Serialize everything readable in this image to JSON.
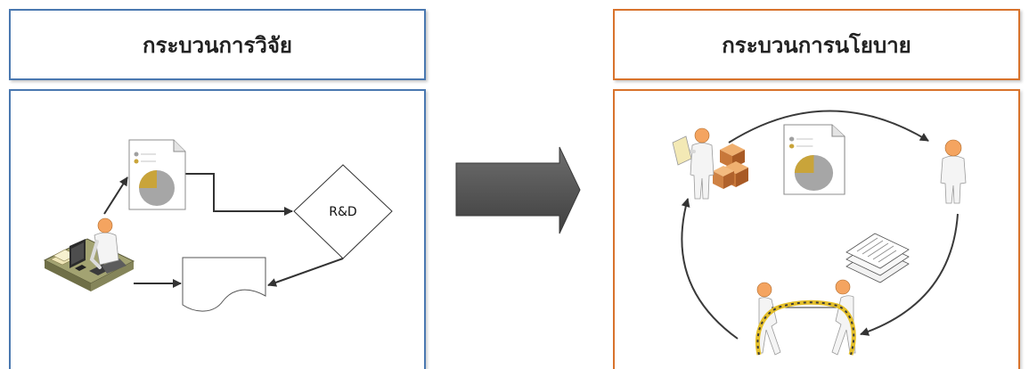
{
  "research_panel": {
    "title": "กระบวนการวิจัย",
    "border_color": "#4a78b0"
  },
  "policy_panel": {
    "title": "กระบวนการนโยบาย",
    "border_color": "#d8732c"
  },
  "transition_arrow": {
    "direction": "right",
    "color": "#595959"
  },
  "research_flow": {
    "decision_label": "R&D",
    "icons": [
      "office-worker-icon",
      "report-document-icon",
      "decision-diamond",
      "output-document-shape"
    ],
    "connector_color": "#333333"
  },
  "policy_cycle": {
    "icons": [
      "delivery-person-icon",
      "report-document-icon",
      "standing-person-icon",
      "paper-stack-icon",
      "tug-of-war-icon"
    ],
    "arrow_color": "#3a3a3a",
    "direction": "clockwise"
  },
  "accent_colors": {
    "pie_highlight": "#c9a43a",
    "pie_base": "#a6a6a6",
    "person_skin": "#f4a460",
    "boxes": "#d2823f",
    "rope": "#e5c02a"
  }
}
